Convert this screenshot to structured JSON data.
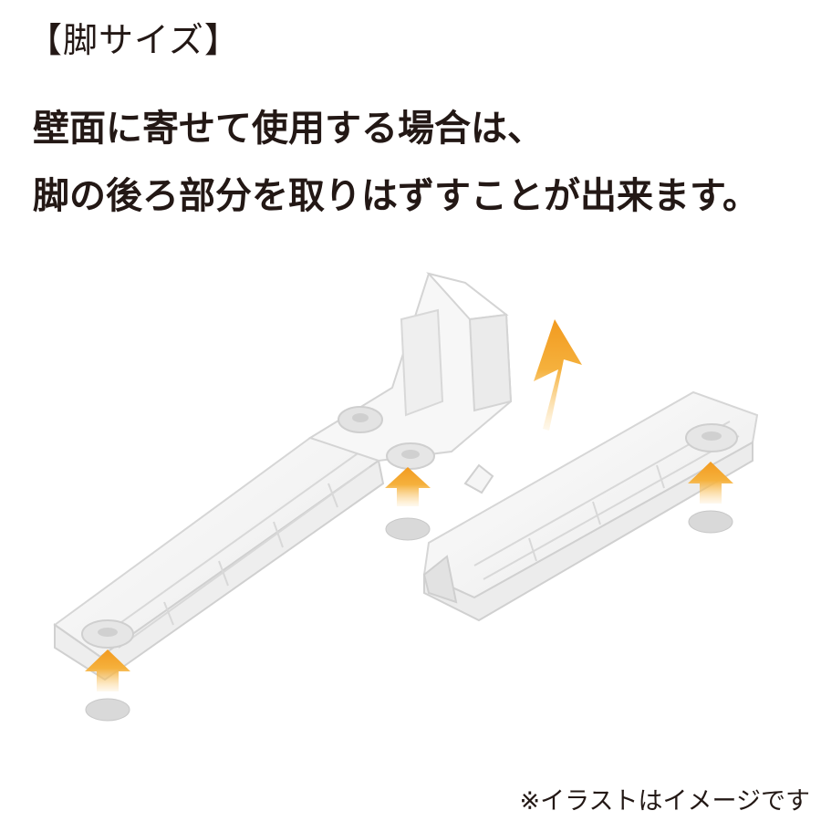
{
  "section_label": "【脚サイズ】",
  "headline": {
    "line1": "壁面に寄せて使用する場合は、",
    "line2": "脚の後ろ部分を取りはずすことが出来ます。"
  },
  "illustration": {
    "arrow_color": "#f29a1f",
    "arrow_highlight": "#fcd58c",
    "part_color": "#f4f4f4",
    "pad_color": "#d9d9d9"
  },
  "note": "※イラストはイメージです"
}
